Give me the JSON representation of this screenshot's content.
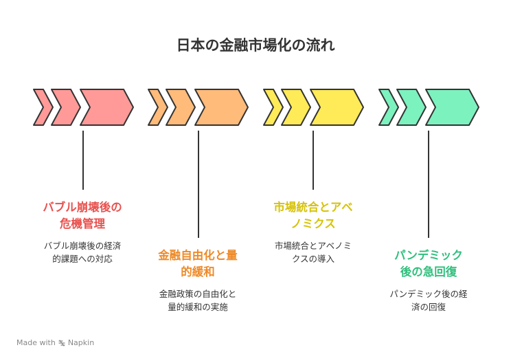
{
  "title": "日本の金融市場化の流れ",
  "steps": [
    {
      "heading_line1": "バブル崩壊後の",
      "heading_line2": "危機管理",
      "desc_line1": "バブル崩壊後の経済",
      "desc_line2": "的課題への対応",
      "color": "#ff9a98",
      "text_color": "#e8524f"
    },
    {
      "heading_line1": "金融自由化と量",
      "heading_line2": "的緩和",
      "desc_line1": "金融政策の自由化と",
      "desc_line2": "量的緩和の実施",
      "color": "#ffbb7a",
      "text_color": "#ee8a28"
    },
    {
      "heading_line1": "市場統合とアベ",
      "heading_line2": "ノミクス",
      "desc_line1": "市場統合とアベノミ",
      "desc_line2": "クスの導入",
      "color": "#ffeb57",
      "text_color": "#d6c20a"
    },
    {
      "heading_line1": "パンデミック",
      "heading_line2": "後の急回復",
      "desc_line1": "パンデミック後の経",
      "desc_line2": "済の回復",
      "color": "#7cf2bf",
      "text_color": "#2fbf7c"
    }
  ],
  "footer": {
    "made_with": "Made with",
    "brand": "Napkin"
  }
}
